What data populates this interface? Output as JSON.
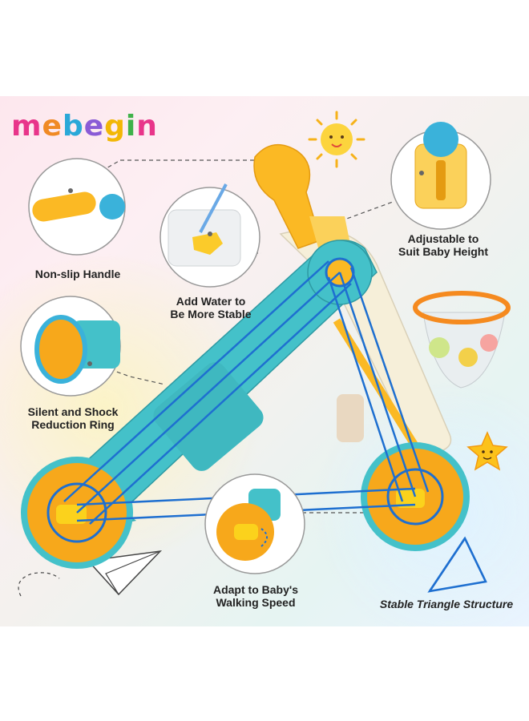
{
  "brand": {
    "name": "mebegin",
    "letter_colors": [
      "#e8358a",
      "#f08a24",
      "#2aa8d8",
      "#8a5bd6",
      "#f2b705",
      "#3fb24a",
      "#e8358a"
    ]
  },
  "features": [
    {
      "id": "handle",
      "label": "Non-slip Handle"
    },
    {
      "id": "water",
      "label": "Add Water to\nBe More Stable"
    },
    {
      "id": "height",
      "label": "Adjustable to\nSuit Baby Height"
    },
    {
      "id": "ring",
      "label": "Silent and Shock\nReduction Ring"
    },
    {
      "id": "speed",
      "label": "Adapt to Baby's\nWalking Speed"
    },
    {
      "id": "triangle",
      "label": "Stable Triangle Structure"
    }
  ],
  "colors": {
    "walker_teal": "#44c1c9",
    "wheel_orange": "#f7a81b",
    "handle_yellow": "#fbb924",
    "structure_blue": "#1e6fd0",
    "basket_orange": "#f58a1f"
  },
  "decor": {
    "sun": "sun-icon",
    "star": "star-icon",
    "paper_plane": "paper-plane-icon"
  }
}
